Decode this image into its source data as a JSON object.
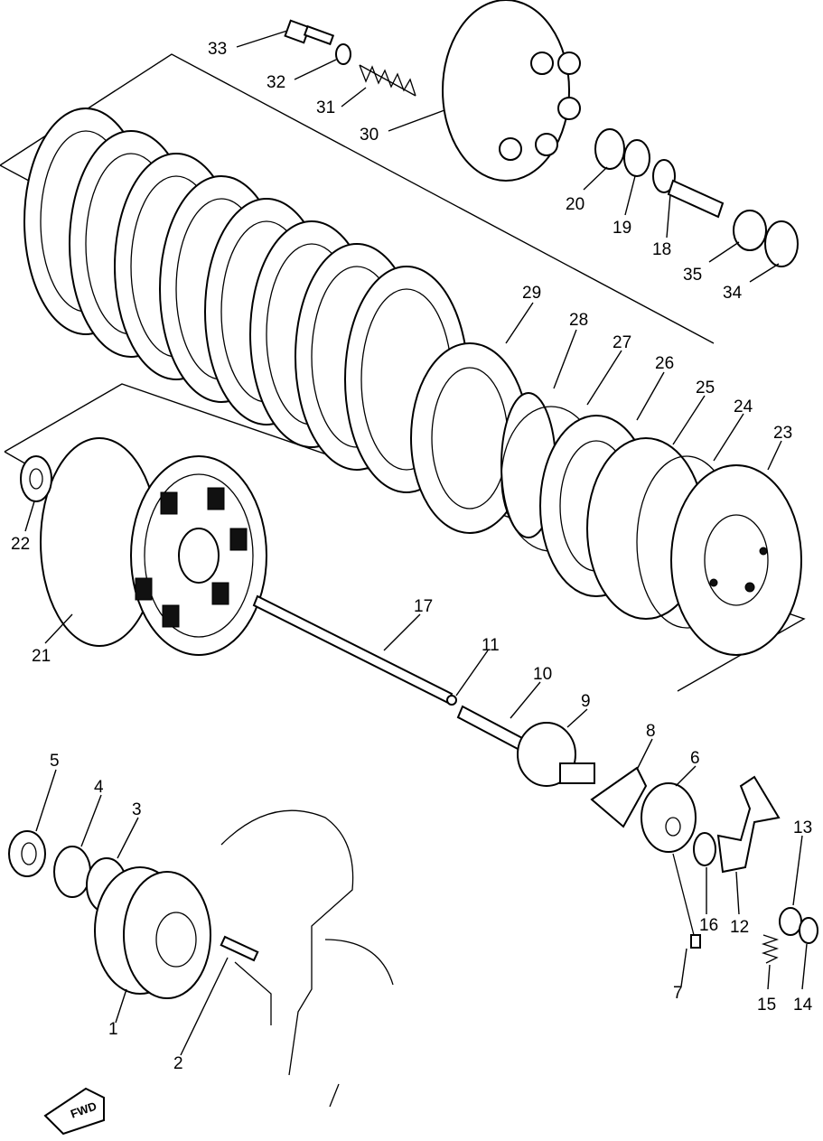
{
  "diagram": {
    "fwd_label": "FWD",
    "callouts": {
      "c1": "1",
      "c2": "2",
      "c3": "3",
      "c4": "4",
      "c5": "5",
      "c6": "6",
      "c7": "7",
      "c8": "8",
      "c9": "9",
      "c10": "10",
      "c11": "11",
      "c12": "12",
      "c13": "13",
      "c14": "14",
      "c15": "15",
      "c16": "16",
      "c17": "17",
      "c18": "18",
      "c19": "19",
      "c20": "20",
      "c21": "21",
      "c22": "22",
      "c23": "23",
      "c24": "24",
      "c25": "25",
      "c26": "26",
      "c27": "27",
      "c28": "28",
      "c29": "29",
      "c30": "30",
      "c31": "31",
      "c32": "32",
      "c33": "33",
      "c34": "34",
      "c35": "35"
    }
  }
}
